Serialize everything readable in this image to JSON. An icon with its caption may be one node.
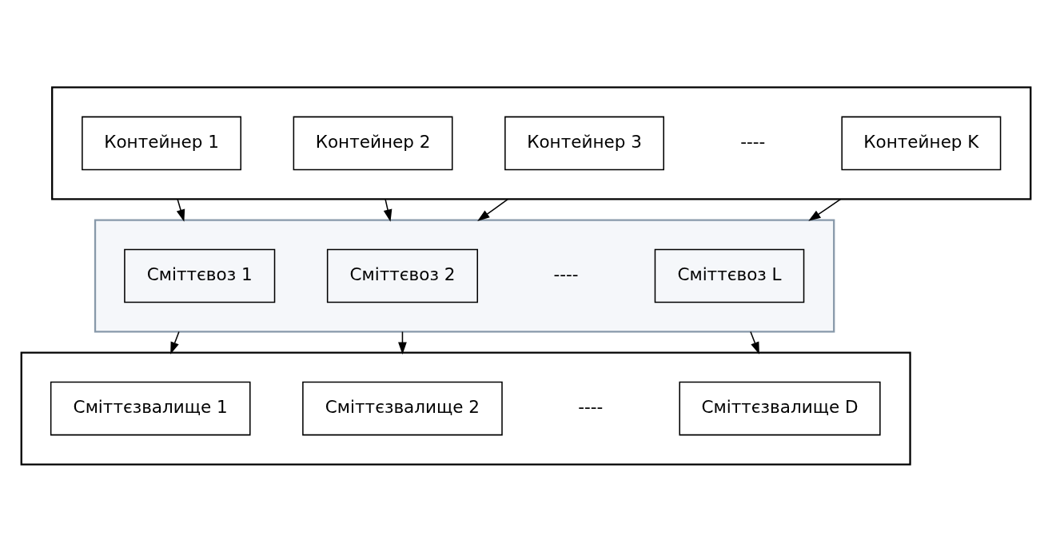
{
  "diagram": {
    "nodes": [
      {
        "text": [],
        "shape": "box"
      },
      {
        "text": [
          "Контейнер 1"
        ],
        "in": 0
      },
      {
        "text": [
          "Контейнер 2"
        ],
        "in": 0
      },
      {
        "text": [
          "Контейнер 3"
        ],
        "in": 0
      },
      {
        "text": [
          "Контейнер K"
        ],
        "in": 0
      },
      {
        "text": [],
        "shape": "box"
      },
      {
        "text": [
          "Сміттєвоз 1"
        ],
        "in": 5
      },
      {
        "text": [
          "Сміттєвоз 2"
        ],
        "in": 5
      },
      {
        "text": [
          "Сміттєвоз L"
        ],
        "in": 5
      },
      {
        "text": [],
        "shape": "box"
      },
      {
        "text": [
          "Сміттєзвалище 1"
        ],
        "in": 9
      },
      {
        "text": [
          "Сміттєзвалище 2"
        ],
        "in": 9
      },
      {
        "text": [
          "Сміттєзвалище D"
        ],
        "in": 9
      }
    ],
    "edges": [
      {
        "from": 0,
        "to": 5,
        "arrow": "to"
      },
      {
        "from": 0,
        "to": 5,
        "arrow": "to"
      },
      {
        "from": 0,
        "to": 5,
        "arrow": "to"
      },
      {
        "from": 0,
        "to": 5,
        "arrow": "to"
      },
      {
        "from": 5,
        "to": 9,
        "arrow": "to"
      },
      {
        "from": 5,
        "to": 9,
        "arrow": "to"
      },
      {
        "from": 5,
        "to": 9,
        "arrow": "to"
      }
    ],
    "labels": [
      "----",
      "----",
      "----"
    ]
  }
}
